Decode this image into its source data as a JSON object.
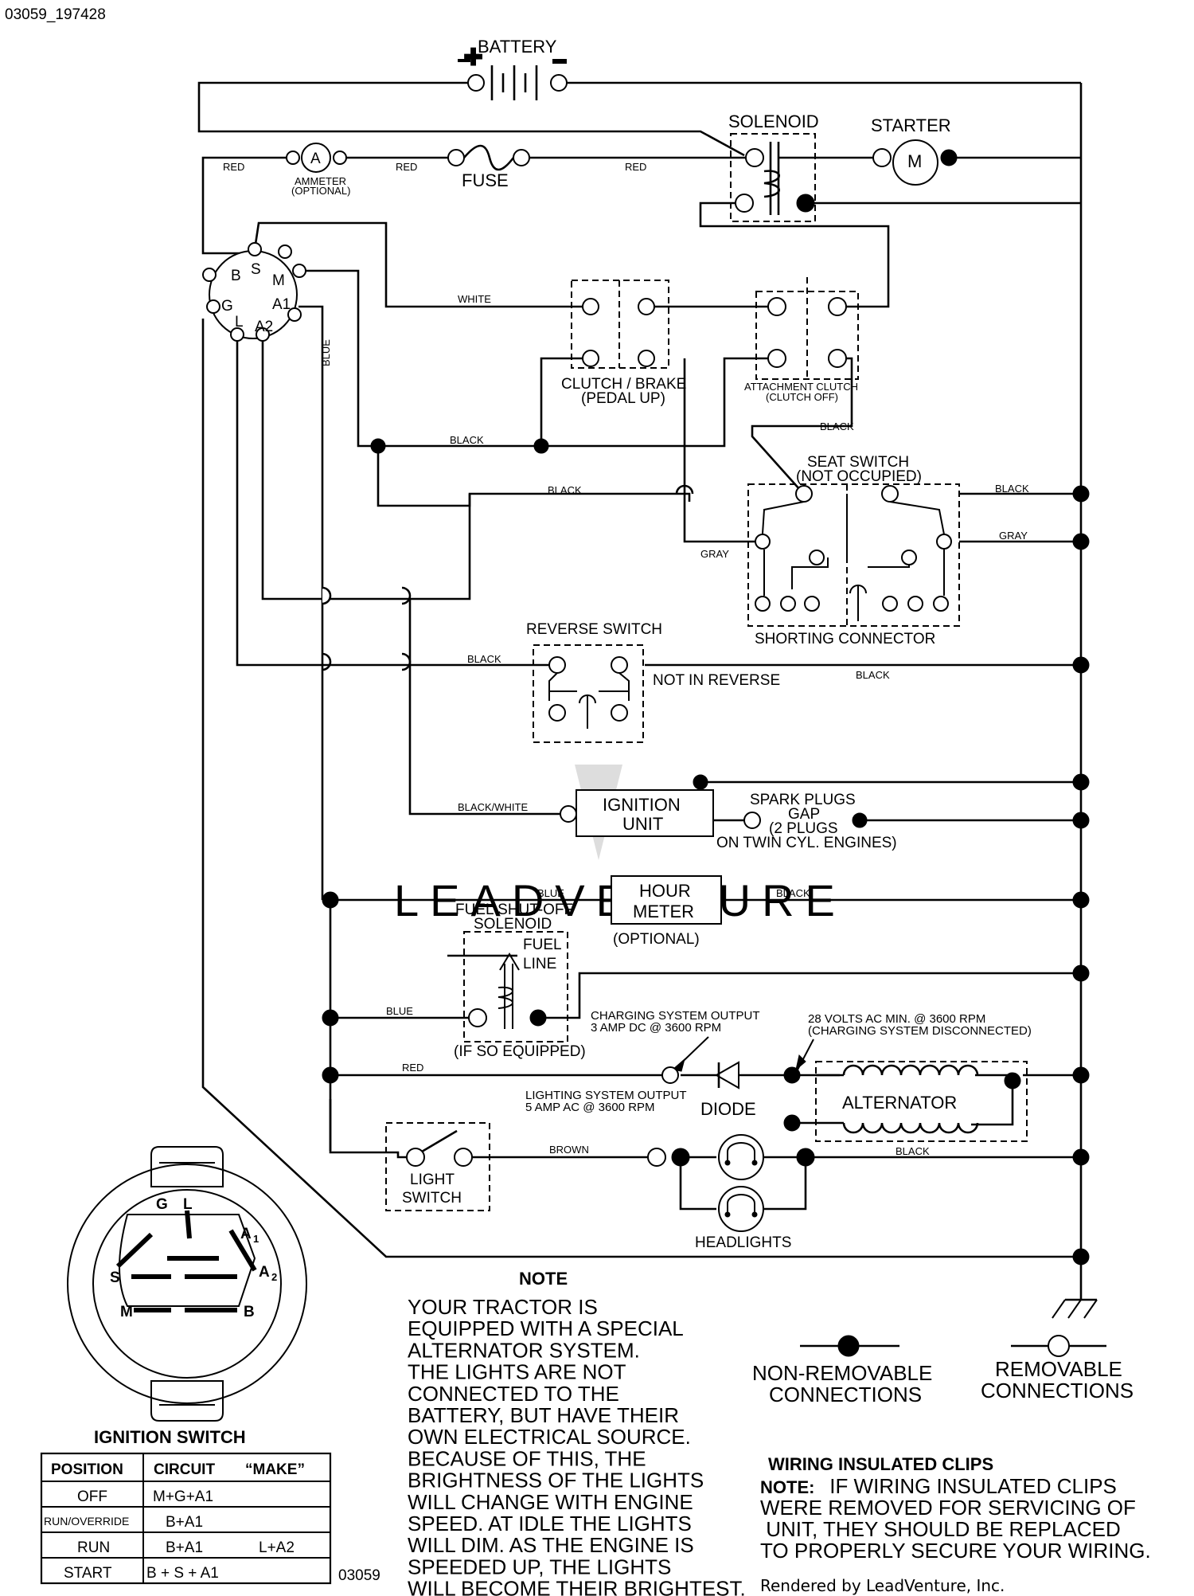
{
  "header": {
    "doc_code": "03059_197428"
  },
  "components": {
    "battery": "BATTERY",
    "solenoid": "SOLENOID",
    "starter": "STARTER",
    "starter_letter": "M",
    "ammeter_letter": "A",
    "ammeter": "AMMETER",
    "ammeter_note": "(OPTIONAL)",
    "fuse": "FUSE",
    "clutch_brake_1": "CLUTCH / BRAKE",
    "clutch_brake_2": "(PEDAL UP)",
    "attachment_clutch_1": "ATTACHMENT CLUTCH",
    "attachment_clutch_2": "(CLUTCH OFF)",
    "seat_switch_1": "SEAT SWITCH",
    "seat_switch_2": "(NOT OCCUPIED)",
    "shorting_connector": "SHORTING CONNECTOR",
    "reverse_switch": "REVERSE SWITCH",
    "not_in_reverse": "NOT IN REVERSE",
    "ignition_unit_1": "IGNITION",
    "ignition_unit_2": "UNIT",
    "spark_1": "SPARK PLUGS",
    "spark_2": "GAP",
    "spark_3": "(2 PLUGS",
    "spark_4": "ON TWIN CYL. ENGINES)",
    "hour_meter_1": "HOUR",
    "hour_meter_2": "METER",
    "hour_meter_3": "(OPTIONAL)",
    "fuel_solenoid_1": "FUEL SHUT-OFF",
    "fuel_solenoid_2": "SOLENOID",
    "fuel_line_1": "FUEL",
    "fuel_line_2": "LINE",
    "if_equipped": "(IF SO EQUIPPED)",
    "charging_1": "CHARGING SYSTEM OUTPUT",
    "charging_2": "3 AMP DC @ 3600 RPM",
    "volts_1": "28 VOLTS AC MIN. @ 3600 RPM",
    "volts_2": "(CHARGING SYSTEM DISCONNECTED)",
    "lighting_1": "LIGHTING SYSTEM OUTPUT",
    "lighting_2": "5 AMP AC @ 3600 RPM",
    "diode": "DIODE",
    "alternator": "ALTERNATOR",
    "light_switch_1": "LIGHT",
    "light_switch_2": "SWITCH",
    "headlights": "HEADLIGHTS"
  },
  "terminals": {
    "B": "B",
    "S": "S",
    "M": "M",
    "G": "G",
    "A1": "A1",
    "L": "L",
    "A2": "A2"
  },
  "wire_colors": {
    "red": "RED",
    "white": "WHITE",
    "blue": "BLUE",
    "black": "BLACK",
    "gray": "GRAY",
    "black_white": "BLACK/WHITE",
    "brown": "BROWN"
  },
  "ignition_switch": {
    "title": "IGNITION SWITCH",
    "face_labels": {
      "G": "G",
      "L": "L",
      "A": "A",
      "sub1": "1",
      "sub2": "2",
      "S": "S",
      "M": "M",
      "B": "B"
    },
    "table": {
      "headers": [
        "POSITION",
        "CIRCUIT",
        "“MAKE”"
      ],
      "rows": [
        {
          "position": "OFF",
          "circuit": "M+G+A1",
          "circuit2": ""
        },
        {
          "position": "RUN/OVERRIDE",
          "circuit": "B+A1",
          "circuit2": ""
        },
        {
          "position": "RUN",
          "circuit": "B+A1",
          "circuit2": "L+A2"
        },
        {
          "position": "START",
          "circuit": "B + S + A1",
          "circuit2": ""
        }
      ]
    },
    "code": "03059"
  },
  "note": {
    "title": "NOTE",
    "lines": [
      "YOUR TRACTOR IS",
      "EQUIPPED WITH A SPECIAL",
      "ALTERNATOR SYSTEM.",
      "THE LIGHTS ARE NOT",
      "CONNECTED TO THE",
      "BATTERY, BUT HAVE THEIR",
      "OWN ELECTRICAL SOURCE.",
      "BECAUSE OF THIS, THE",
      "BRIGHTNESS OF THE LIGHTS",
      "WILL CHANGE WITH ENGINE",
      "SPEED.  AT IDLE THE LIGHTS",
      "WILL DIM.  AS THE ENGINE IS",
      "SPEEDED UP, THE LIGHTS",
      "WILL BECOME THEIR BRIGHTEST."
    ]
  },
  "legend": {
    "non_removable_1": "NON-REMOVABLE",
    "non_removable_2": "CONNECTIONS",
    "removable_1": "REMOVABLE",
    "removable_2": "CONNECTIONS"
  },
  "clips": {
    "title": "WIRING INSULATED CLIPS",
    "note_label": "NOTE:",
    "line1": " IF WIRING INSULATED CLIPS",
    "line2": "WERE REMOVED FOR SERVICING OF",
    "line3": " UNIT, THEY SHOULD BE REPLACED",
    "line4": "TO PROPERLY SECURE YOUR WIRING."
  },
  "footer": {
    "rendered_by": "Rendered by LeadVenture, Inc."
  },
  "watermark": {
    "text": "LEADVENTURE"
  }
}
